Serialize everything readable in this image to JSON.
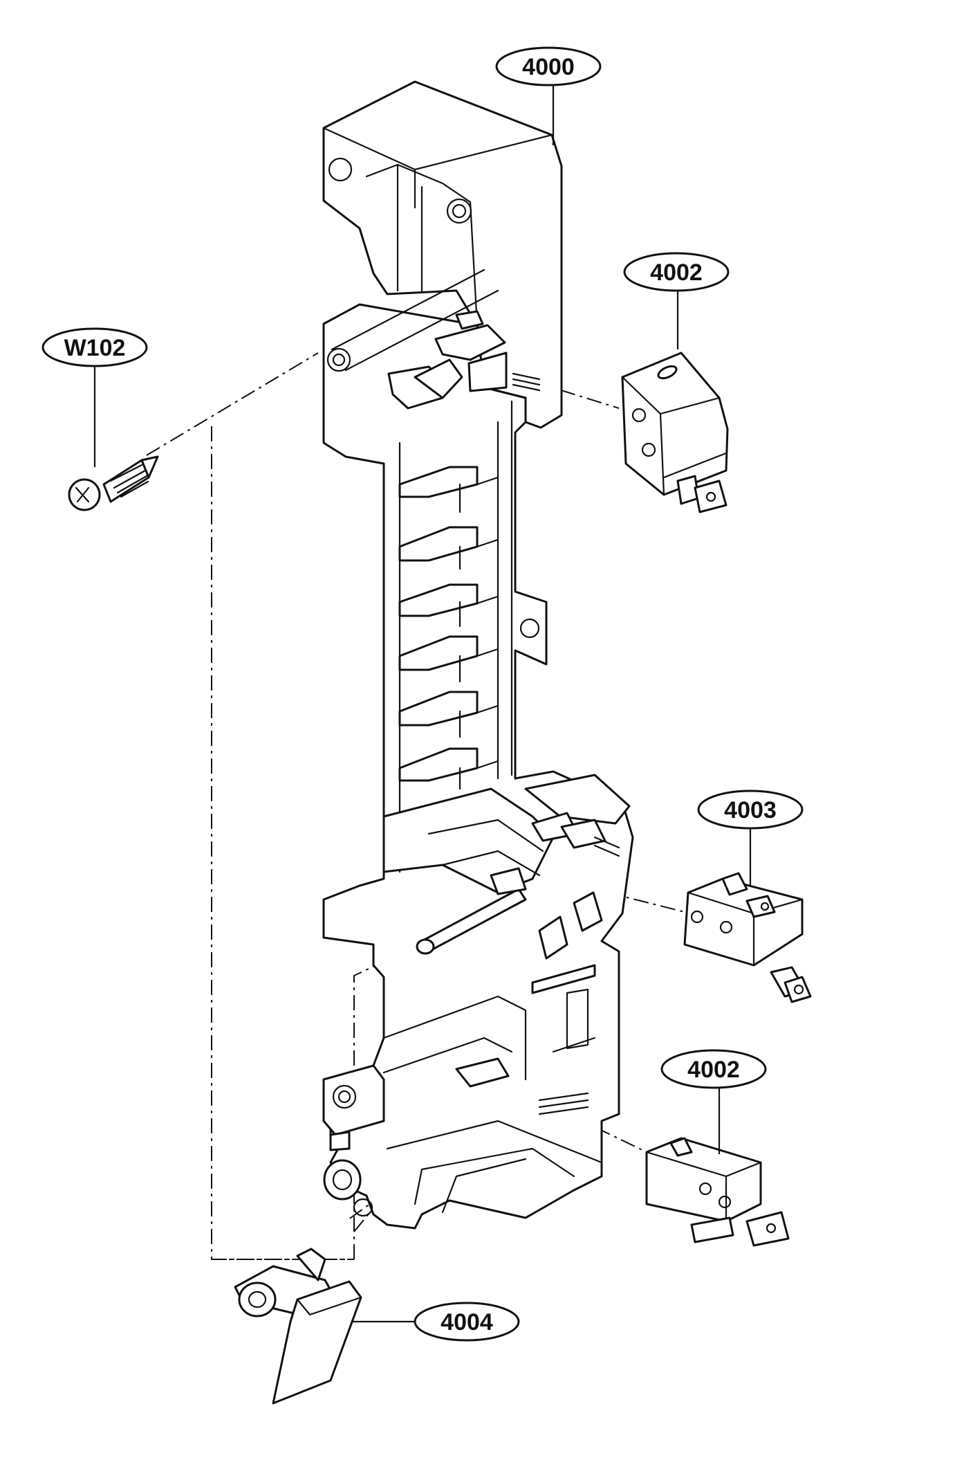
{
  "callouts": {
    "frame": "4000",
    "switch_top": "4002",
    "screw": "W102",
    "switch_middle": "4003",
    "switch_bottom": "4002",
    "lever": "4004"
  }
}
